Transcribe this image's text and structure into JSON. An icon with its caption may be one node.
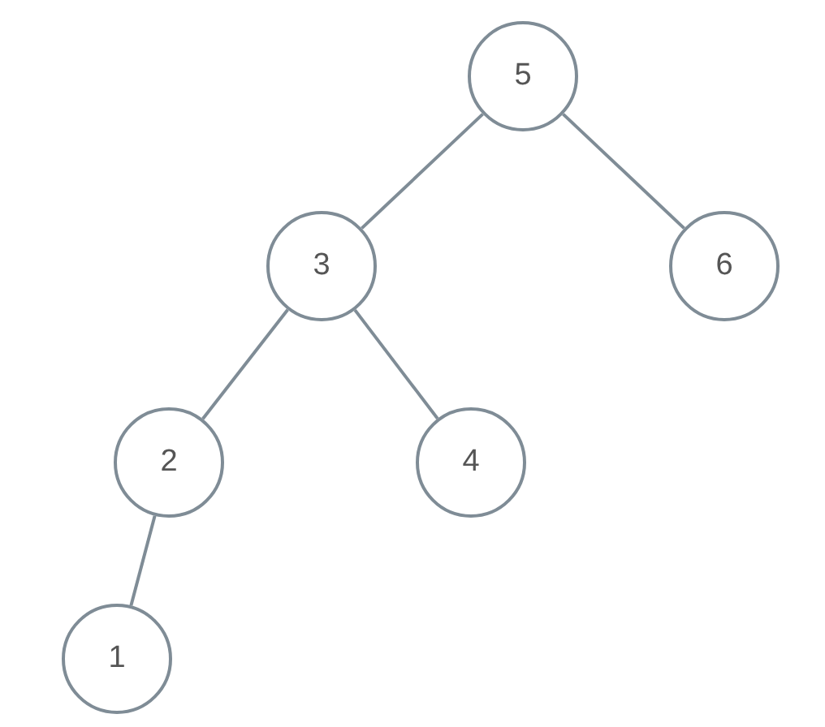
{
  "diagram": {
    "nodes": [
      {
        "text": [
          "5"
        ]
      },
      {
        "text": [
          "3"
        ]
      },
      {
        "text": [
          "6"
        ]
      },
      {
        "text": [
          "2"
        ]
      },
      {
        "text": [
          "4"
        ]
      },
      {
        "text": [
          "1"
        ]
      }
    ],
    "edges": [
      {
        "from": 0,
        "to": 1,
        "arrow": "none"
      },
      {
        "from": 0,
        "to": 2,
        "arrow": "none"
      },
      {
        "from": 1,
        "to": 3,
        "arrow": "none"
      },
      {
        "from": 1,
        "to": 4,
        "arrow": "none"
      },
      {
        "from": 3,
        "to": 5,
        "arrow": "none"
      }
    ]
  }
}
